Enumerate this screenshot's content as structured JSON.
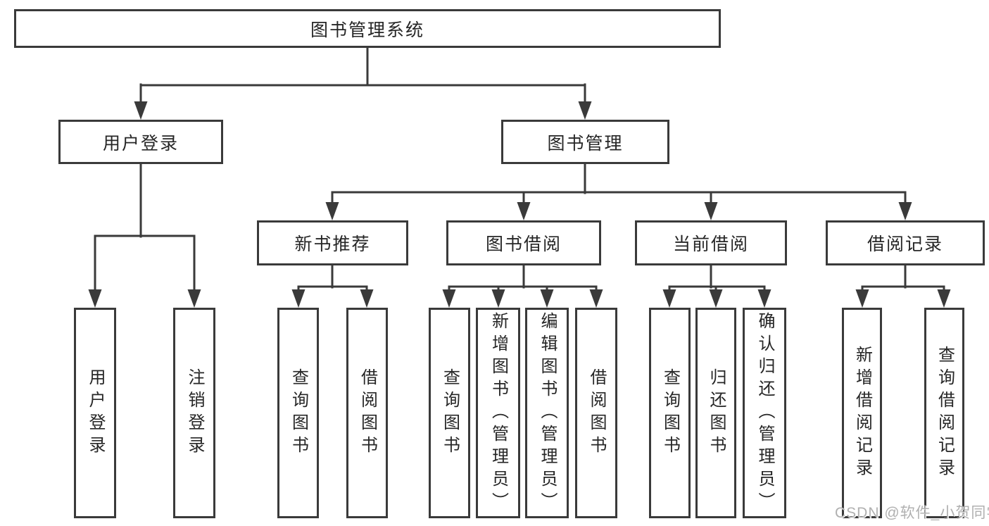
{
  "diagram": {
    "root": {
      "label": "图书管理系统"
    },
    "level2": [
      {
        "label": "用户登录"
      },
      {
        "label": "图书管理"
      }
    ],
    "level3": [
      {
        "label": "新书推荐"
      },
      {
        "label": "图书借阅"
      },
      {
        "label": "当前借阅"
      },
      {
        "label": "借阅记录"
      }
    ],
    "leaves": {
      "user_login": [
        {
          "label": "用户登录"
        },
        {
          "label": "注销登录"
        }
      ],
      "new_book_recommend": [
        {
          "label": "查询图书"
        },
        {
          "label": "借阅图书"
        }
      ],
      "book_borrow": [
        {
          "label": "查询图书"
        },
        {
          "label": "新增图书（管理员）"
        },
        {
          "label": "编辑图书（管理员）"
        },
        {
          "label": "借阅图书"
        }
      ],
      "current_borrow": [
        {
          "label": "查询图书"
        },
        {
          "label": "归还图书"
        },
        {
          "label": "确认归还（管理员）"
        }
      ],
      "borrow_records": [
        {
          "label": "新增借阅记录"
        },
        {
          "label": "查询借阅记录"
        }
      ]
    }
  },
  "watermark": {
    "text": "CSDN @软件_小贺同学"
  },
  "colors": {
    "line": "#3a3a3a",
    "border": "#3a3a3a",
    "text": "#262626",
    "background": "#ffffff",
    "watermark": "#b0b0b0"
  }
}
